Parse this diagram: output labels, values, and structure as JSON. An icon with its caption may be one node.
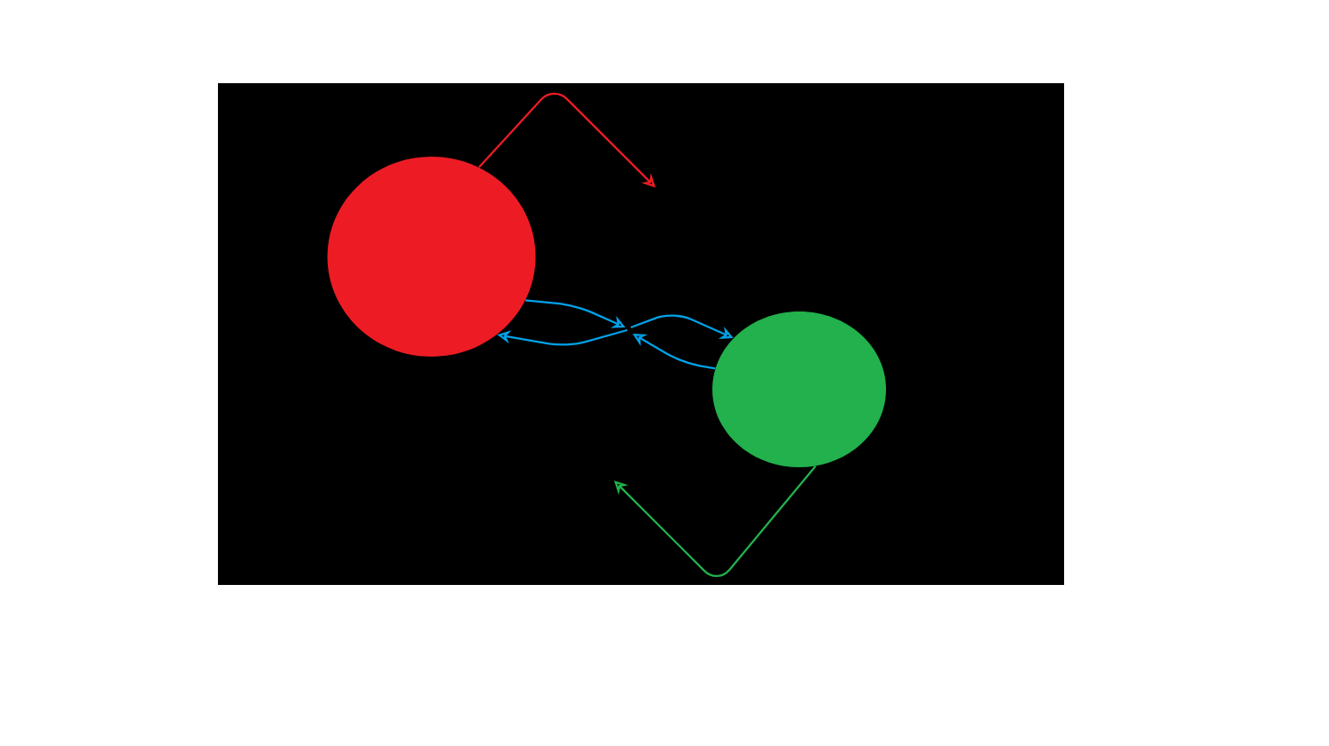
{
  "diagram": {
    "nodes": [
      {
        "text": [],
        "shape": "circle"
      },
      {
        "text": [],
        "shape": "circle"
      }
    ],
    "edges": [
      {
        "from": 0,
        "to": null,
        "arrow": "to",
        "color": "#ed1c24"
      },
      {
        "from": 0,
        "to": null,
        "arrow": "to"
      },
      {
        "from": null,
        "to": 0,
        "arrow": "to"
      },
      {
        "from": null,
        "to": 1,
        "arrow": "to"
      },
      {
        "from": 1,
        "to": null,
        "arrow": "to"
      },
      {
        "from": 1,
        "to": null,
        "arrow": "to",
        "color": "#22b14c"
      }
    ]
  }
}
